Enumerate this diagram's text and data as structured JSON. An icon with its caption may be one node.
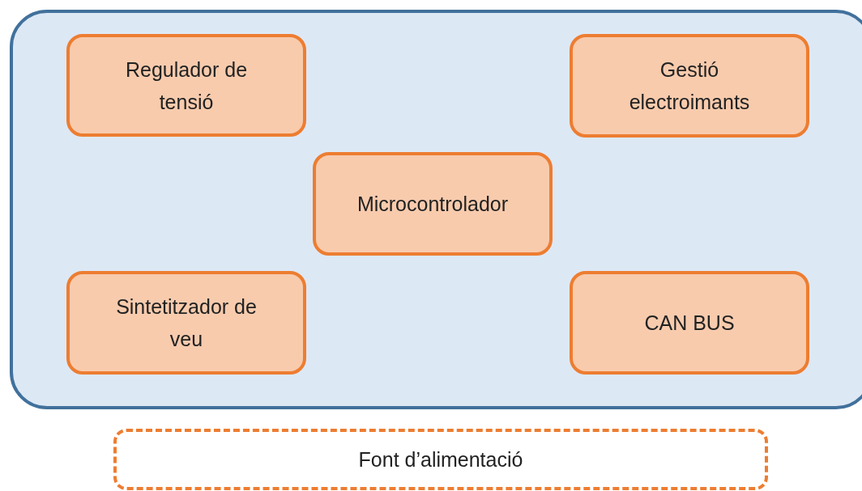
{
  "diagram": {
    "nodes": [
      {
        "text": [],
        "shape": "box"
      },
      {
        "text": [
          "Regulador de tensió"
        ],
        "in": 0
      },
      {
        "text": [
          "Gestió electroimants"
        ],
        "in": 0
      },
      {
        "text": [
          "Microcontrolador"
        ],
        "in": 0
      },
      {
        "text": [
          "Sintetitzador de veu"
        ],
        "in": 0
      },
      {
        "text": [
          "CAN BUS"
        ],
        "in": 0
      },
      {
        "text": [
          "Font d’alimentació"
        ]
      }
    ]
  }
}
